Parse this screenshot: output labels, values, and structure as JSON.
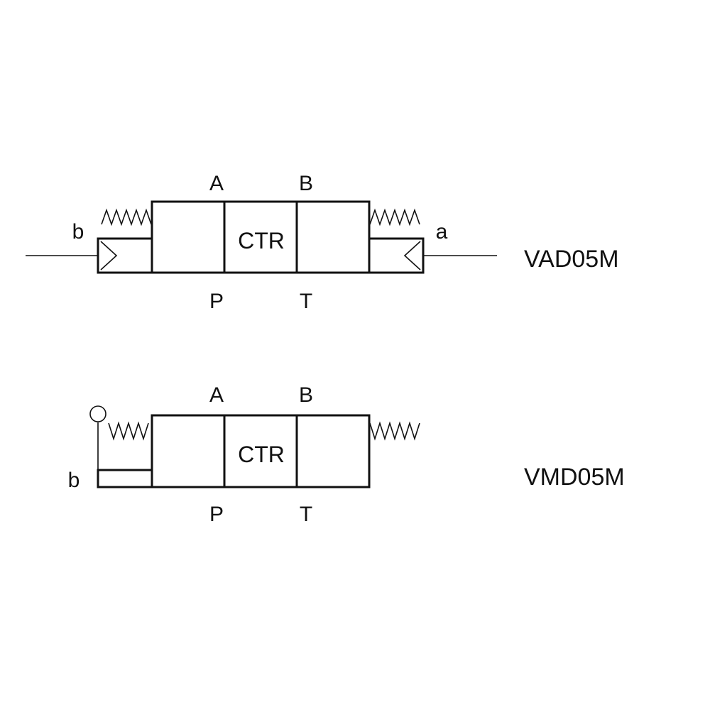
{
  "valve1": {
    "port_a": "A",
    "port_b": "B",
    "port_p": "P",
    "port_t": "T",
    "center": "CTR",
    "left_actuator": "b",
    "right_actuator": "a",
    "model": "VAD05M"
  },
  "valve2": {
    "port_a": "A",
    "port_b": "B",
    "port_p": "P",
    "port_t": "T",
    "center": "CTR",
    "left_actuator": "b",
    "model": "VMD05M"
  },
  "colors": {
    "line": "#111111",
    "background": "#ffffff"
  }
}
